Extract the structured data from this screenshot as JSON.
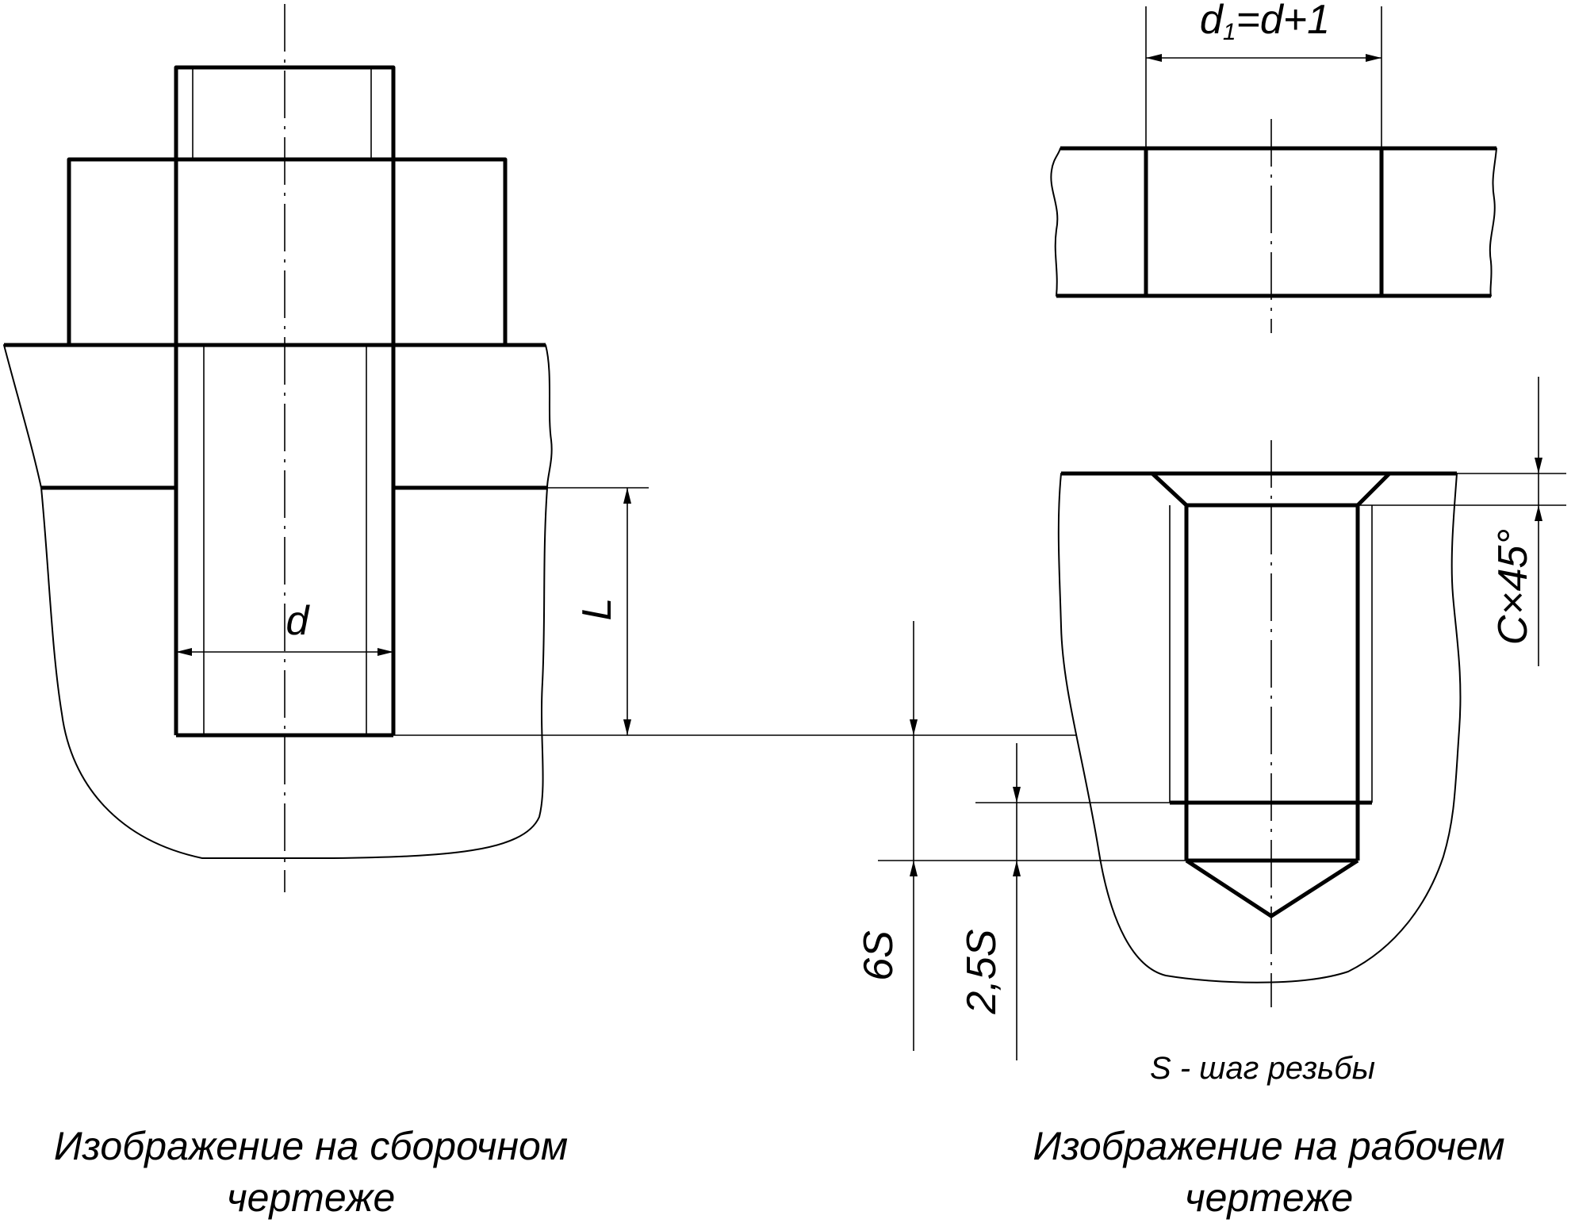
{
  "labels": {
    "d1_prefix": "d",
    "d1_sub": "1",
    "d1_suffix": "=d+1",
    "d": "d",
    "L": "L",
    "chamfer": "C×45°",
    "six_s": "6S",
    "two_five_s": "2,5S",
    "note": "S - шаг резьбы"
  },
  "captions": {
    "assembly_line1": "Изображение на сборочном",
    "assembly_line2": "чертеже",
    "working_line1": "Изображение на рабочем",
    "working_line2": "чертеже"
  },
  "colors": {
    "ink": "#000000",
    "paper": "#ffffff"
  }
}
